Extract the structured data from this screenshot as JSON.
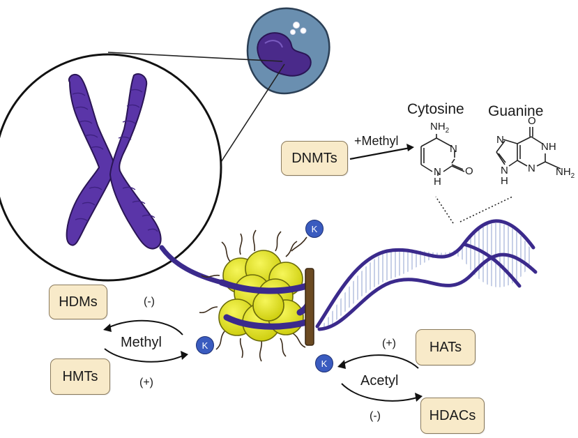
{
  "labels": {
    "cytosine": "Cytosine",
    "guanine": "Guanine",
    "methyl_dnmt": "+Methyl",
    "methyl_cycle": "Methyl",
    "acetyl_cycle": "Acetyl"
  },
  "enzymes": {
    "dnmts": "DNMTs",
    "hdms": "HDMs",
    "hmts": "HMTs",
    "hats": "HATs",
    "hdacs": "HDACs"
  },
  "signs": {
    "hdm_sign": "(-)",
    "hmt_sign": "(+)",
    "hat_sign": "(+)",
    "hdac_sign": "(-)"
  },
  "molecule_atoms": {
    "cytosine_nh2": "NH",
    "cytosine_nh2_sub": "2",
    "cytosine_n": "N",
    "cytosine_o": "O",
    "cytosine_nh": "N",
    "cytosine_h": "H",
    "guanine_o": "O",
    "guanine_n7": "N",
    "guanine_nh1": "NH",
    "guanine_n3": "N",
    "guanine_n9": "N",
    "guanine_h9": "H",
    "guanine_nh2": "NH",
    "guanine_nh2_sub": "2"
  },
  "lysine_badge": "K",
  "colors": {
    "chromosome": "#5a35a8",
    "dna_strand": "#3b2a8c",
    "histone": "#e6e619",
    "cell_body": "#6a8fb0",
    "nucleus": "#4a2a8a",
    "enzyme_box": "#f8eac9",
    "lysine_badge": "#3a5bbf"
  }
}
